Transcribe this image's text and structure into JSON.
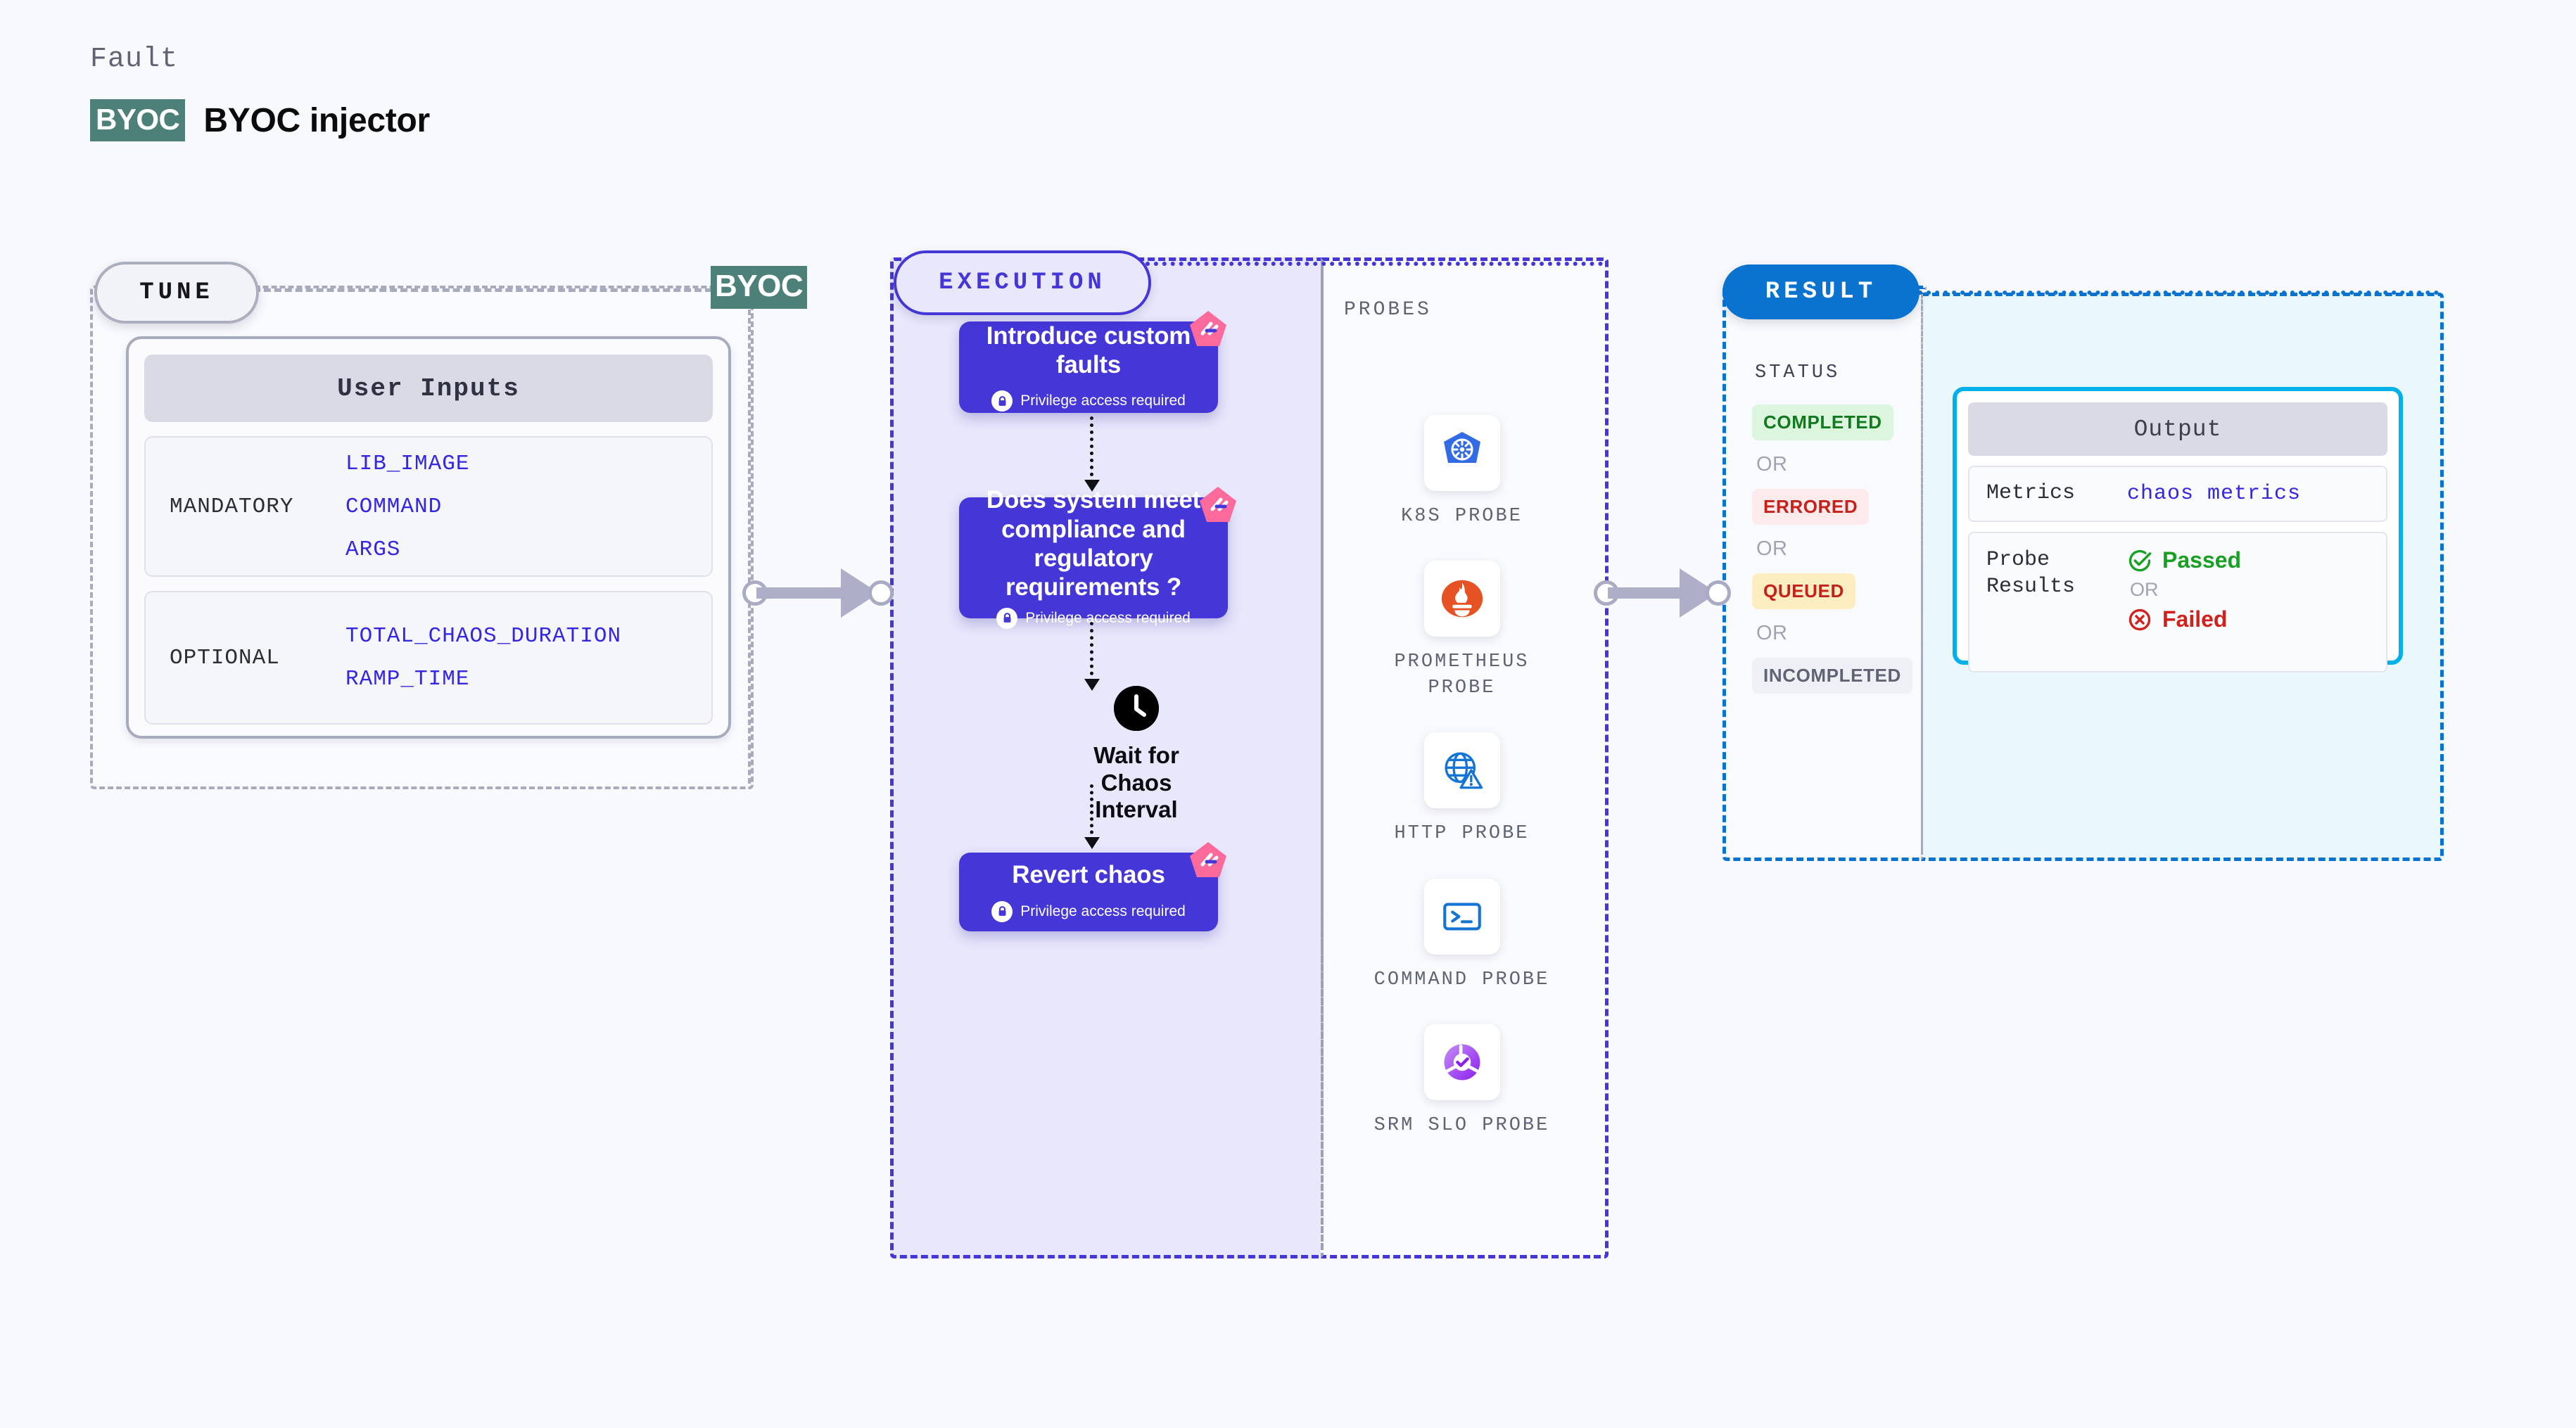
{
  "header": {
    "eyebrow": "Fault",
    "logo_text": "BYOC",
    "title": "BYOC injector",
    "logo_color": "#4c8079"
  },
  "stages": {
    "tune": {
      "pill_label": "TUNE",
      "divider_badge": "BYOC",
      "panel_title": "User Inputs",
      "groups": [
        {
          "label": "MANDATORY",
          "values": [
            "LIB_IMAGE",
            "COMMAND",
            "ARGS"
          ]
        },
        {
          "label": "OPTIONAL",
          "values": [
            "TOTAL_CHAOS_DURATION",
            "RAMP_TIME"
          ]
        }
      ],
      "value_color": "#3426e3"
    },
    "execution": {
      "pill_label": "EXECUTION",
      "accent_color": "#4536d8",
      "nodes": [
        {
          "title": "Introduce custom faults",
          "note": "Privilege access required"
        },
        {
          "title": "Does system meet compliance and regulatory requirements ?",
          "note": "Privilege access required"
        },
        {
          "title": "Wait for Chaos Interval",
          "note": ""
        },
        {
          "title": "Revert chaos",
          "note": "Privilege access required"
        }
      ]
    },
    "probes": {
      "section_title": "PROBES",
      "items": [
        {
          "label": "K8S PROBE",
          "icon": "kubernetes-icon"
        },
        {
          "label": "PROMETHEUS PROBE",
          "icon": "prometheus-icon"
        },
        {
          "label": "HTTP PROBE",
          "icon": "globe-warning-icon"
        },
        {
          "label": "COMMAND PROBE",
          "icon": "terminal-icon"
        },
        {
          "label": "SRM SLO PROBE",
          "icon": "srm-slo-icon"
        }
      ]
    },
    "result": {
      "pill_label": "RESULT",
      "accent_color": "#0a73d0",
      "status_title": "STATUS",
      "or_label": "OR",
      "statuses": [
        {
          "label": "COMPLETED",
          "text_color": "#117a1e",
          "bg_color": "#dcf5dd"
        },
        {
          "label": "ERRORED",
          "text_color": "#c7201b",
          "bg_color": "#fdeaea"
        },
        {
          "label": "QUEUED",
          "text_color": "#c7201b",
          "bg_color": "#fdeec2"
        },
        {
          "label": "INCOMPLETED",
          "text_color": "#5f6475",
          "bg_color": "#eef0f5"
        }
      ]
    },
    "output": {
      "panel_title": "Output",
      "border_color": "#00b0e8",
      "rows": [
        {
          "key": "Metrics",
          "value": "chaos metrics"
        },
        {
          "key": "Probe Results",
          "pass_label": "Passed",
          "or_label": "OR",
          "fail_label": "Failed",
          "pass_color": "#18a022",
          "fail_color": "#d3201b"
        }
      ]
    }
  }
}
